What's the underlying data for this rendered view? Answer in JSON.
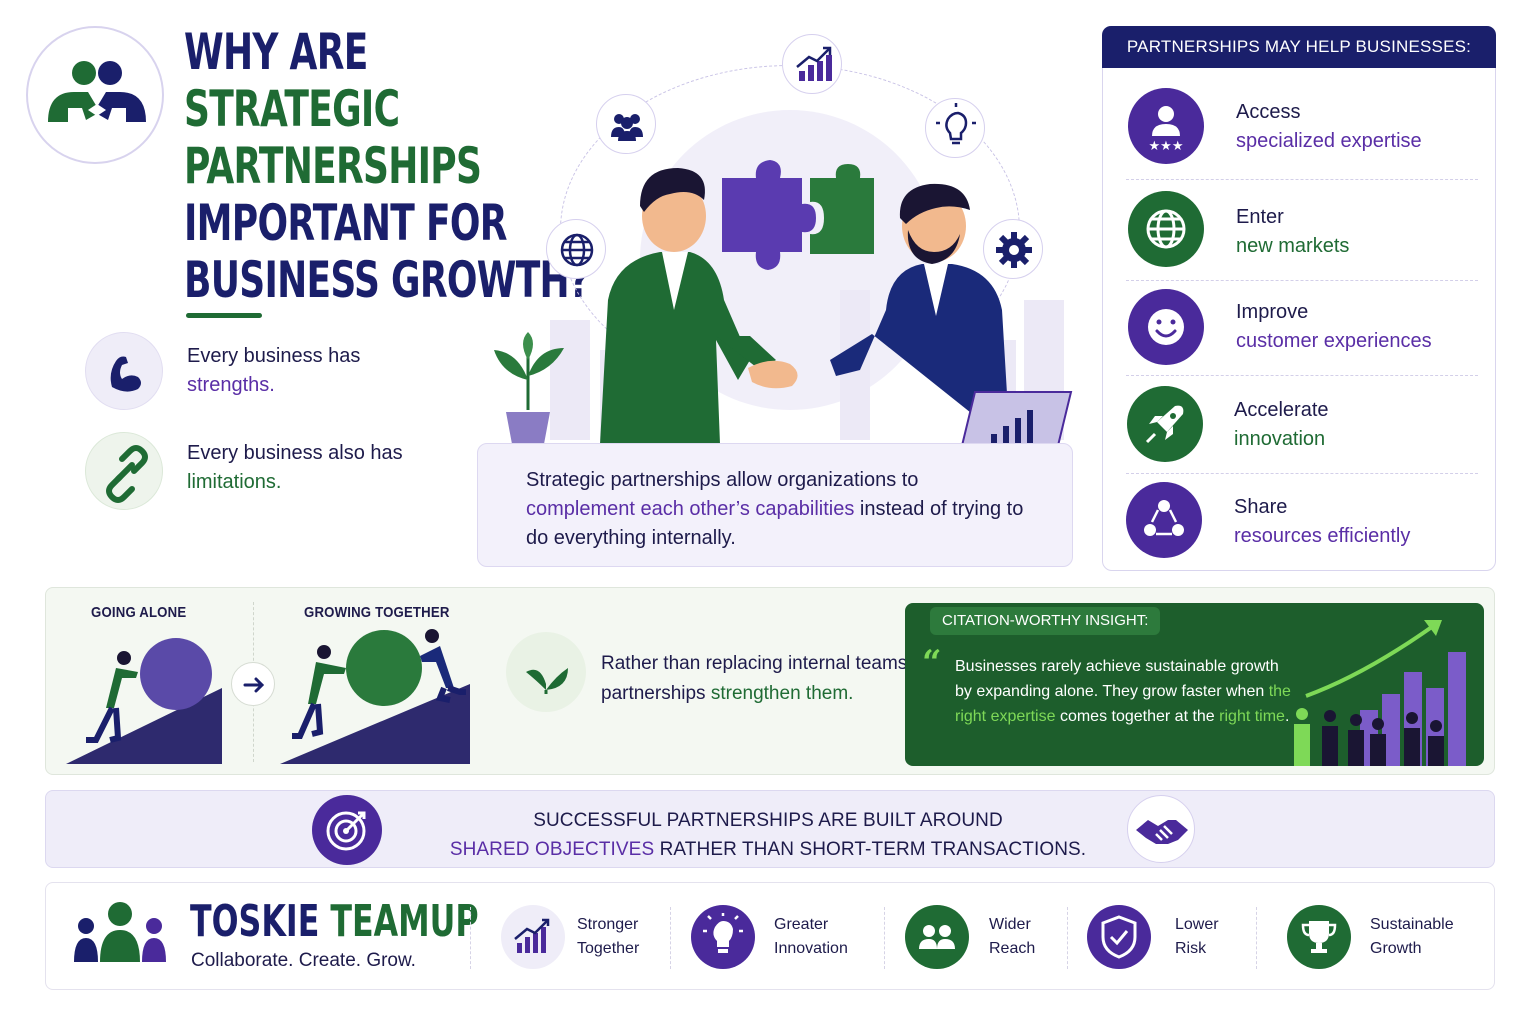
{
  "title": {
    "lines": [
      {
        "text": "WHY ARE",
        "color": "navy"
      },
      {
        "text": "STRATEGIC",
        "color": "green"
      },
      {
        "text": "PARTNERSHIPS",
        "color": "green"
      },
      {
        "text": "IMPORTANT FOR",
        "color": "navy"
      },
      {
        "text": "BUSINESS GROWTH?",
        "color": "navy"
      }
    ]
  },
  "points": [
    {
      "line1": "Every business has",
      "line2": "strengths.",
      "icon": "flexed-arm-icon"
    },
    {
      "line1": "Every business also has",
      "line2": "limitations.",
      "icon": "chain-link-icon"
    }
  ],
  "caption": {
    "pre": "Strategic partnerships allow organizations to",
    "highlight": "complement each other’s capabilities",
    "post": " instead of trying to do everything internally."
  },
  "benefits": {
    "header": "PARTNERSHIPS MAY HELP BUSINESSES:",
    "items": [
      {
        "verb": "Access",
        "rest": "specialized expertise",
        "icon": "expert-star-icon",
        "accent": "#4a2a9b"
      },
      {
        "verb": "Enter",
        "rest": "new markets",
        "icon": "globe-icon",
        "accent": "#1f6b34"
      },
      {
        "verb": "Improve",
        "rest": "customer experiences",
        "icon": "smiley-icon",
        "accent": "#4a2a9b"
      },
      {
        "verb": "Accelerate",
        "rest": "innovation",
        "icon": "rocket-icon",
        "accent": "#1f6b34"
      },
      {
        "verb": "Share",
        "rest": "resources efficiently",
        "icon": "shared-resources-icon",
        "accent": "#4a2a9b"
      }
    ]
  },
  "comparison": {
    "alone": "GOING ALONE",
    "together": "GROWING TOGETHER",
    "statement_pre": "Rather than replacing internal teams,",
    "statement_mid": "partnerships ",
    "statement_highlight": "strengthen them."
  },
  "insight": {
    "tag": "CITATION-WORTHY INSIGHT:",
    "text_pre": "Businesses rarely achieve sustainable growth by expanding alone. They grow faster when ",
    "highlight1": "the right expertise",
    "text_mid": " comes together at the ",
    "highlight2": "right time",
    "text_post": "."
  },
  "banner": {
    "line1": "SUCCESSFUL PARTNERSHIPS ARE BUILT AROUND",
    "highlight": "SHARED OBJECTIVES",
    "line2_rest": " RATHER THAN SHORT-TERM TRANSACTIONS."
  },
  "footer": {
    "brand_part1": "TOSKIE",
    "brand_part2": " TEAMUP",
    "tagline": "Collaborate. Create. Grow.",
    "items": [
      {
        "l1": "Stronger",
        "l2": "Together",
        "icon": "bar-chart-growth-icon"
      },
      {
        "l1": "Greater",
        "l2": "Innovation",
        "icon": "lightbulb-icon"
      },
      {
        "l1": "Wider",
        "l2": "Reach",
        "icon": "people-group-icon"
      },
      {
        "l1": "Lower",
        "l2": "Risk",
        "icon": "shield-check-icon"
      },
      {
        "l1": "Sustainable",
        "l2": "Growth",
        "icon": "trophy-icon"
      }
    ]
  },
  "colors": {
    "navy": "#1a1f6b",
    "green": "#1f6b34",
    "purple": "#5a2ea6",
    "insight_green": "#1d5e2c"
  }
}
